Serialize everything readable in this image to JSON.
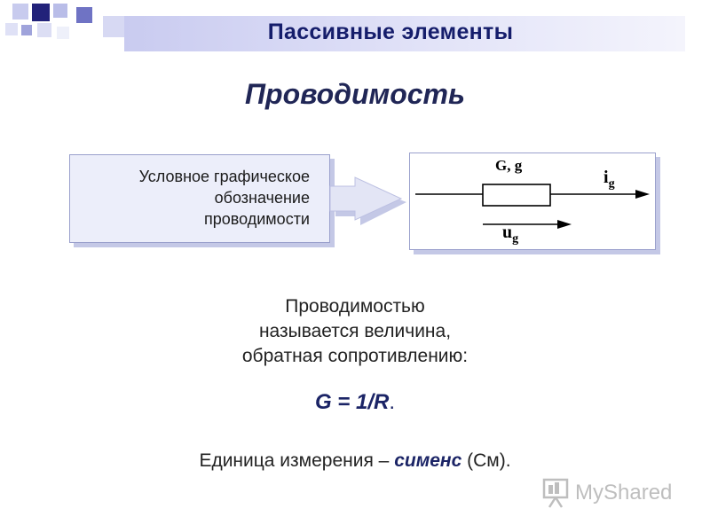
{
  "header": {
    "title": "Пассивные элементы"
  },
  "slide": {
    "title": "Проводимость"
  },
  "symbol_label": {
    "lines": [
      "Условное графическое",
      "обозначение",
      "проводимости"
    ]
  },
  "diagram": {
    "element_label": "G, g",
    "current_main": "i",
    "current_sub": "g",
    "voltage_main": "u",
    "voltage_sub": "g"
  },
  "definition": {
    "lines": [
      "Проводимостью",
      "называется величина,",
      "обратная сопротивлению:"
    ]
  },
  "formula": {
    "expression": "G = 1/R",
    "end": "."
  },
  "units": {
    "prefix": "Единица измерения – ",
    "unit_name": "сименс",
    "suffix": " (См)."
  },
  "watermark": {
    "text": "MyShared"
  },
  "colors": {
    "title": "#202656",
    "header_text": "#151d6b",
    "header_band": "#c9cbf0",
    "accent_blue": "#22227a",
    "box_fill": "#eceefa",
    "arrow_fill": "#e3e5f5"
  }
}
